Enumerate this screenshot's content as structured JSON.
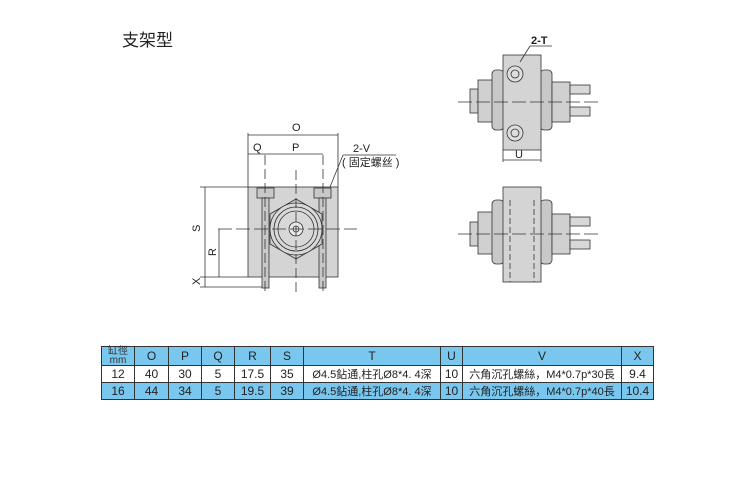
{
  "title": "支架型",
  "diagram": {
    "labels": {
      "O": "O",
      "P": "P",
      "Q": "Q",
      "R": "R",
      "S": "S",
      "X": "X",
      "U": "U",
      "T": "2-T",
      "V": "2-V",
      "V_note": "( 固定螺丝 )"
    }
  },
  "table": {
    "header_bore": "缸徑",
    "header_unit": "mm",
    "columns": [
      "O",
      "P",
      "Q",
      "R",
      "S",
      "T",
      "U",
      "V",
      "X"
    ],
    "rows": [
      {
        "bore": "12",
        "O": "40",
        "P": "30",
        "Q": "5",
        "R": "17.5",
        "S": "35",
        "T": "Ø4.5鉆通,柱孔Ø8*4. 4深",
        "U": "10",
        "V": "六角沉孔螺絲，M4*0.7p*30長",
        "X": "9.4"
      },
      {
        "bore": "16",
        "O": "44",
        "P": "34",
        "Q": "5",
        "R": "19.5",
        "S": "39",
        "T": "Ø4.5鉆通,柱孔Ø8*4. 4深",
        "U": "10",
        "V": "六角沉孔螺絲，M4*0.7p*40長",
        "X": "10.4"
      }
    ]
  }
}
